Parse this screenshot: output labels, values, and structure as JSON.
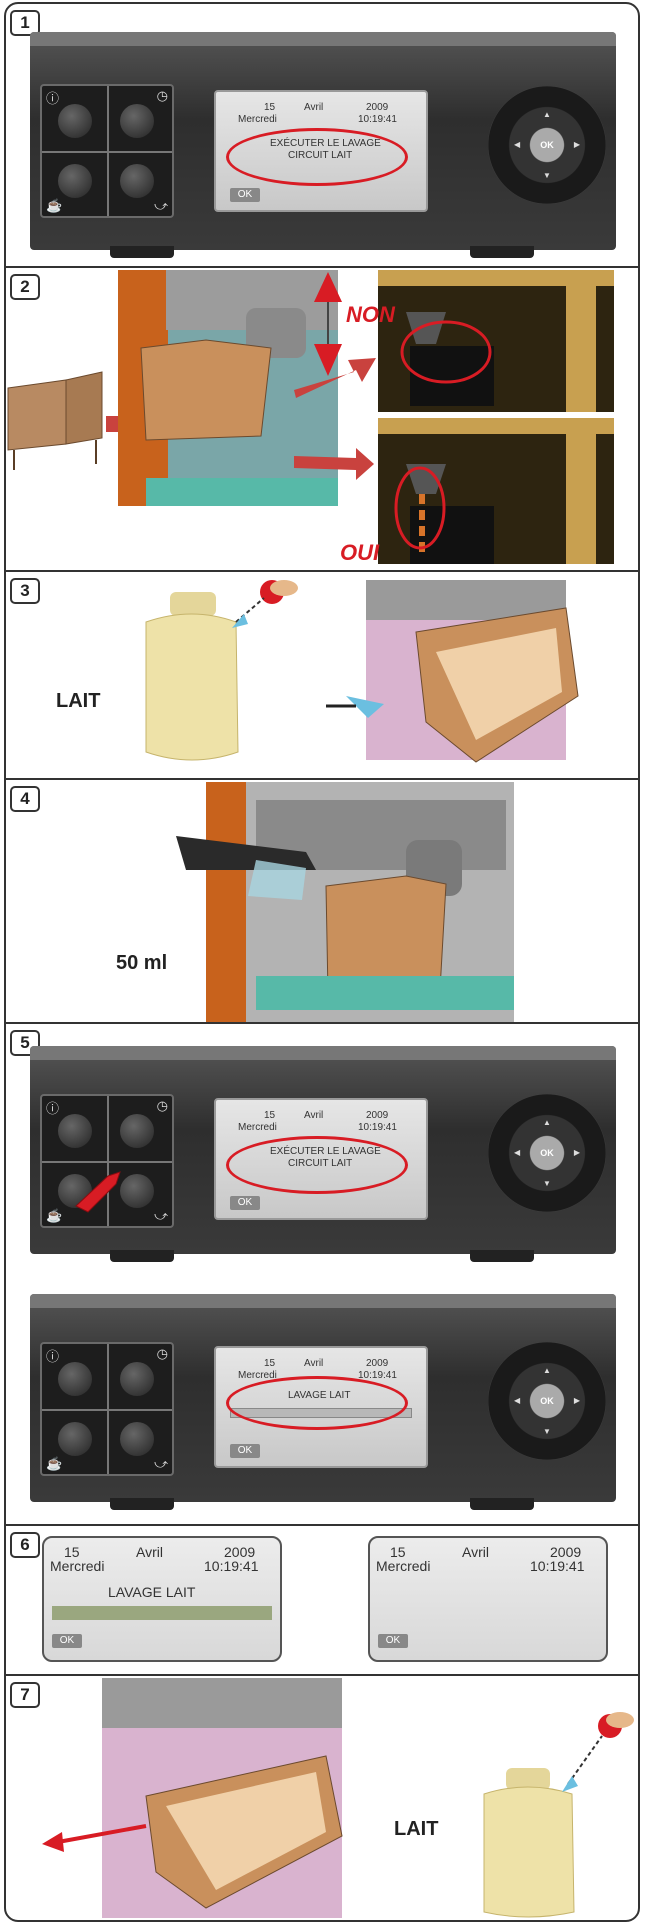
{
  "steps": [
    "1",
    "2",
    "3",
    "4",
    "5",
    "6",
    "7"
  ],
  "display": {
    "day": "15",
    "month": "Avril",
    "year": "2009",
    "weekday": "Mercredi",
    "time": "10:19:41",
    "msg_line1": "EXÉCUTER LE LAVAGE",
    "msg_line2": "CIRCUIT LAIT",
    "ok": "OK",
    "lavage": "LAVAGE LAIT"
  },
  "step2": {
    "non": "NON",
    "oui": "OUI"
  },
  "step3": {
    "label": "LAIT"
  },
  "step4": {
    "label": "50 ml"
  },
  "step7": {
    "label": "LAIT"
  },
  "colors": {
    "accent_red": "#d81c24",
    "bar_green": "#9aa77f",
    "carton": "#c9905c",
    "machine_orange": "#c8621c"
  }
}
